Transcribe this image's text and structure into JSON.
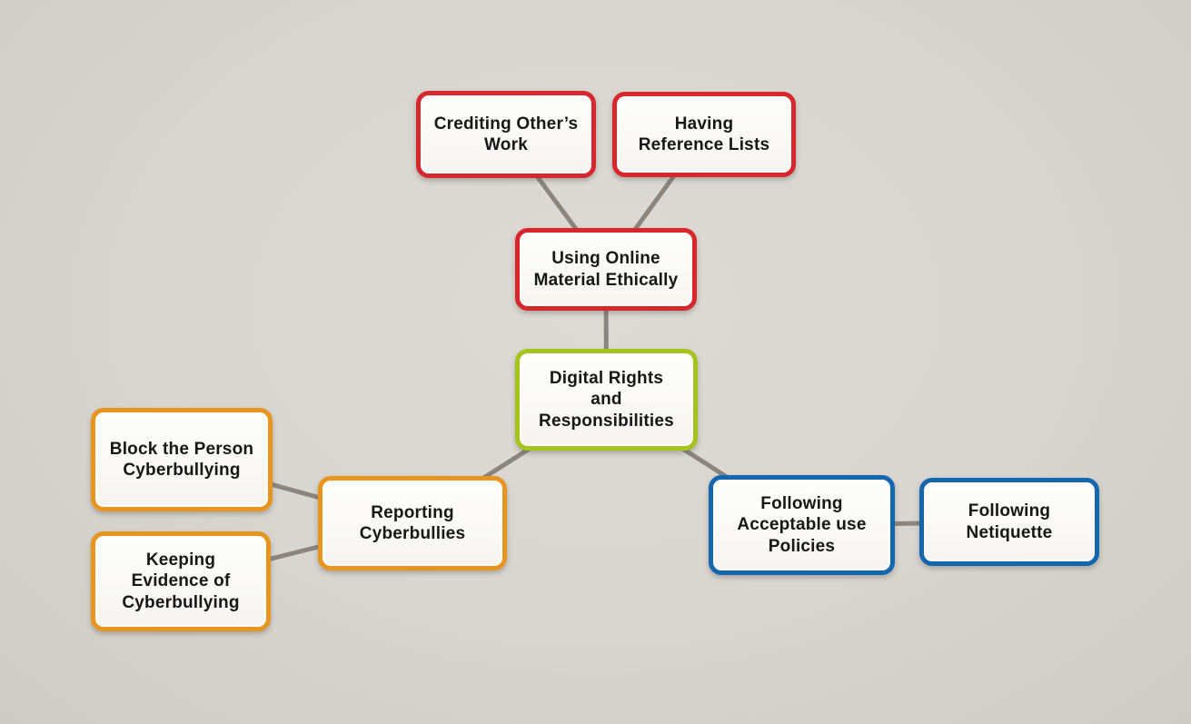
{
  "diagram": {
    "title": "Digital Rights and Responsibilities mind map",
    "background_color": "#D8D5D0",
    "connector_color": "#8B857E",
    "node_fill": "#FAF9F6",
    "text_color": "#171717",
    "branch_colors": {
      "ethics_red": "#D7262C",
      "root_green": "#A5C31D",
      "cyberbully_orange": "#E8951F",
      "policy_blue": "#1467AE"
    },
    "nodes": [
      {
        "id": "digital-rights-and-responsibilities",
        "label": "Digital Rights\nand\nResponsibilities",
        "color": "#A5C31D"
      },
      {
        "id": "using-online-material-ethically",
        "label": "Using Online\nMaterial Ethically",
        "color": "#D7262C"
      },
      {
        "id": "crediting-others-work",
        "label": "Crediting Other’s\nWork",
        "color": "#D7262C"
      },
      {
        "id": "having-reference-lists",
        "label": "Having\nReference Lists",
        "color": "#D7262C"
      },
      {
        "id": "reporting-cyberbullies",
        "label": "Reporting\nCyberbullies",
        "color": "#E8951F"
      },
      {
        "id": "block-the-person-cyberbullying",
        "label": "Block the Person\nCyberbullying",
        "color": "#E8951F"
      },
      {
        "id": "keeping-evidence-of-cyberbullying",
        "label": "Keeping\nEvidence of\nCyberbullying",
        "color": "#E8951F"
      },
      {
        "id": "following-acceptable-use-policies",
        "label": "Following\nAcceptable use\nPolicies",
        "color": "#1467AE"
      },
      {
        "id": "following-netiquette",
        "label": "Following\nNetiquette",
        "color": "#1467AE"
      }
    ],
    "edges": [
      {
        "from": "crediting-others-work",
        "to": "using-online-material-ethically"
      },
      {
        "from": "having-reference-lists",
        "to": "using-online-material-ethically"
      },
      {
        "from": "using-online-material-ethically",
        "to": "digital-rights-and-responsibilities"
      },
      {
        "from": "digital-rights-and-responsibilities",
        "to": "reporting-cyberbullies"
      },
      {
        "from": "digital-rights-and-responsibilities",
        "to": "following-acceptable-use-policies"
      },
      {
        "from": "block-the-person-cyberbullying",
        "to": "reporting-cyberbullies"
      },
      {
        "from": "keeping-evidence-of-cyberbullying",
        "to": "reporting-cyberbullies"
      },
      {
        "from": "following-acceptable-use-policies",
        "to": "following-netiquette"
      }
    ]
  }
}
